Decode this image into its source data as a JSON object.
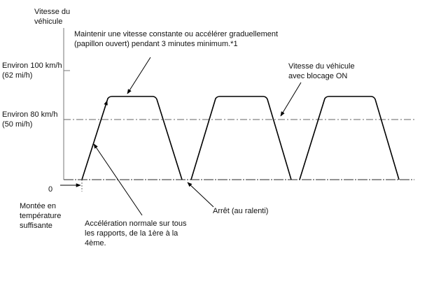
{
  "y_axis_label": [
    "Vitesse du",
    "véhicule"
  ],
  "top_note": [
    "Maintenir une vitesse constante ou accélérer graduellement",
    "(papillon ouvert) pendant 3 minutes minimum.*1"
  ],
  "level_100": [
    "Environ 100 km/h",
    "(62 mi/h)"
  ],
  "level_80": [
    "Environ 80 km/h",
    "(50 mi/h)"
  ],
  "lockup_note": [
    "Vitesse du véhicule",
    "avec blocage ON"
  ],
  "zero_label": "0",
  "warmup_note": [
    "Montée en",
    "température",
    "suffisante"
  ],
  "accel_note": [
    "Accélération normale sur tous",
    "les rapports, de la 1ère à la",
    "4ème."
  ],
  "stop_note": "Arrêt (au ralenti)",
  "line_color": "#000000"
}
